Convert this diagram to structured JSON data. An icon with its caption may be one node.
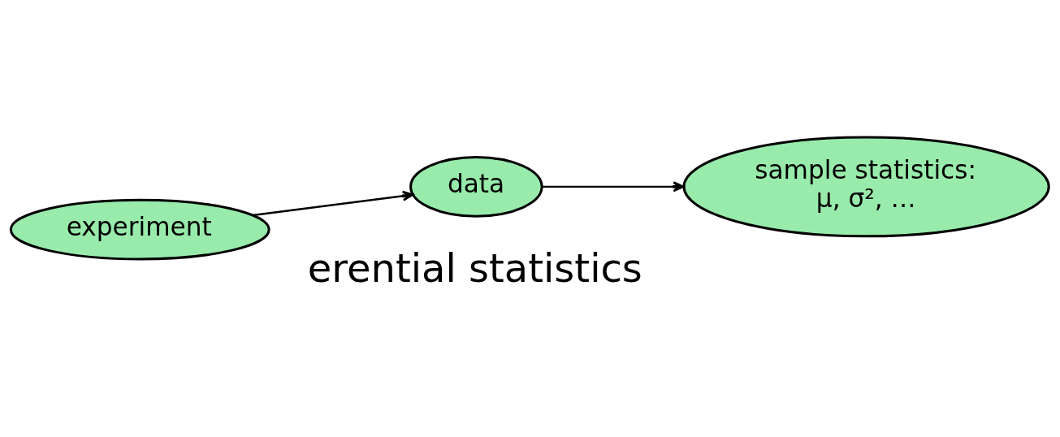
{
  "diagram": {
    "nodes": [
      {
        "text": [
          "experiment"
        ]
      },
      {
        "text": [
          "data"
        ]
      },
      {
        "text": [
          "sample statistics: μ, σ², …"
        ]
      }
    ],
    "edges": [
      {
        "from": 0,
        "to": 1,
        "arrow": "to"
      },
      {
        "from": 1,
        "to": 2,
        "arrow": "to"
      }
    ],
    "labels": [
      "erential statistics"
    ]
  }
}
